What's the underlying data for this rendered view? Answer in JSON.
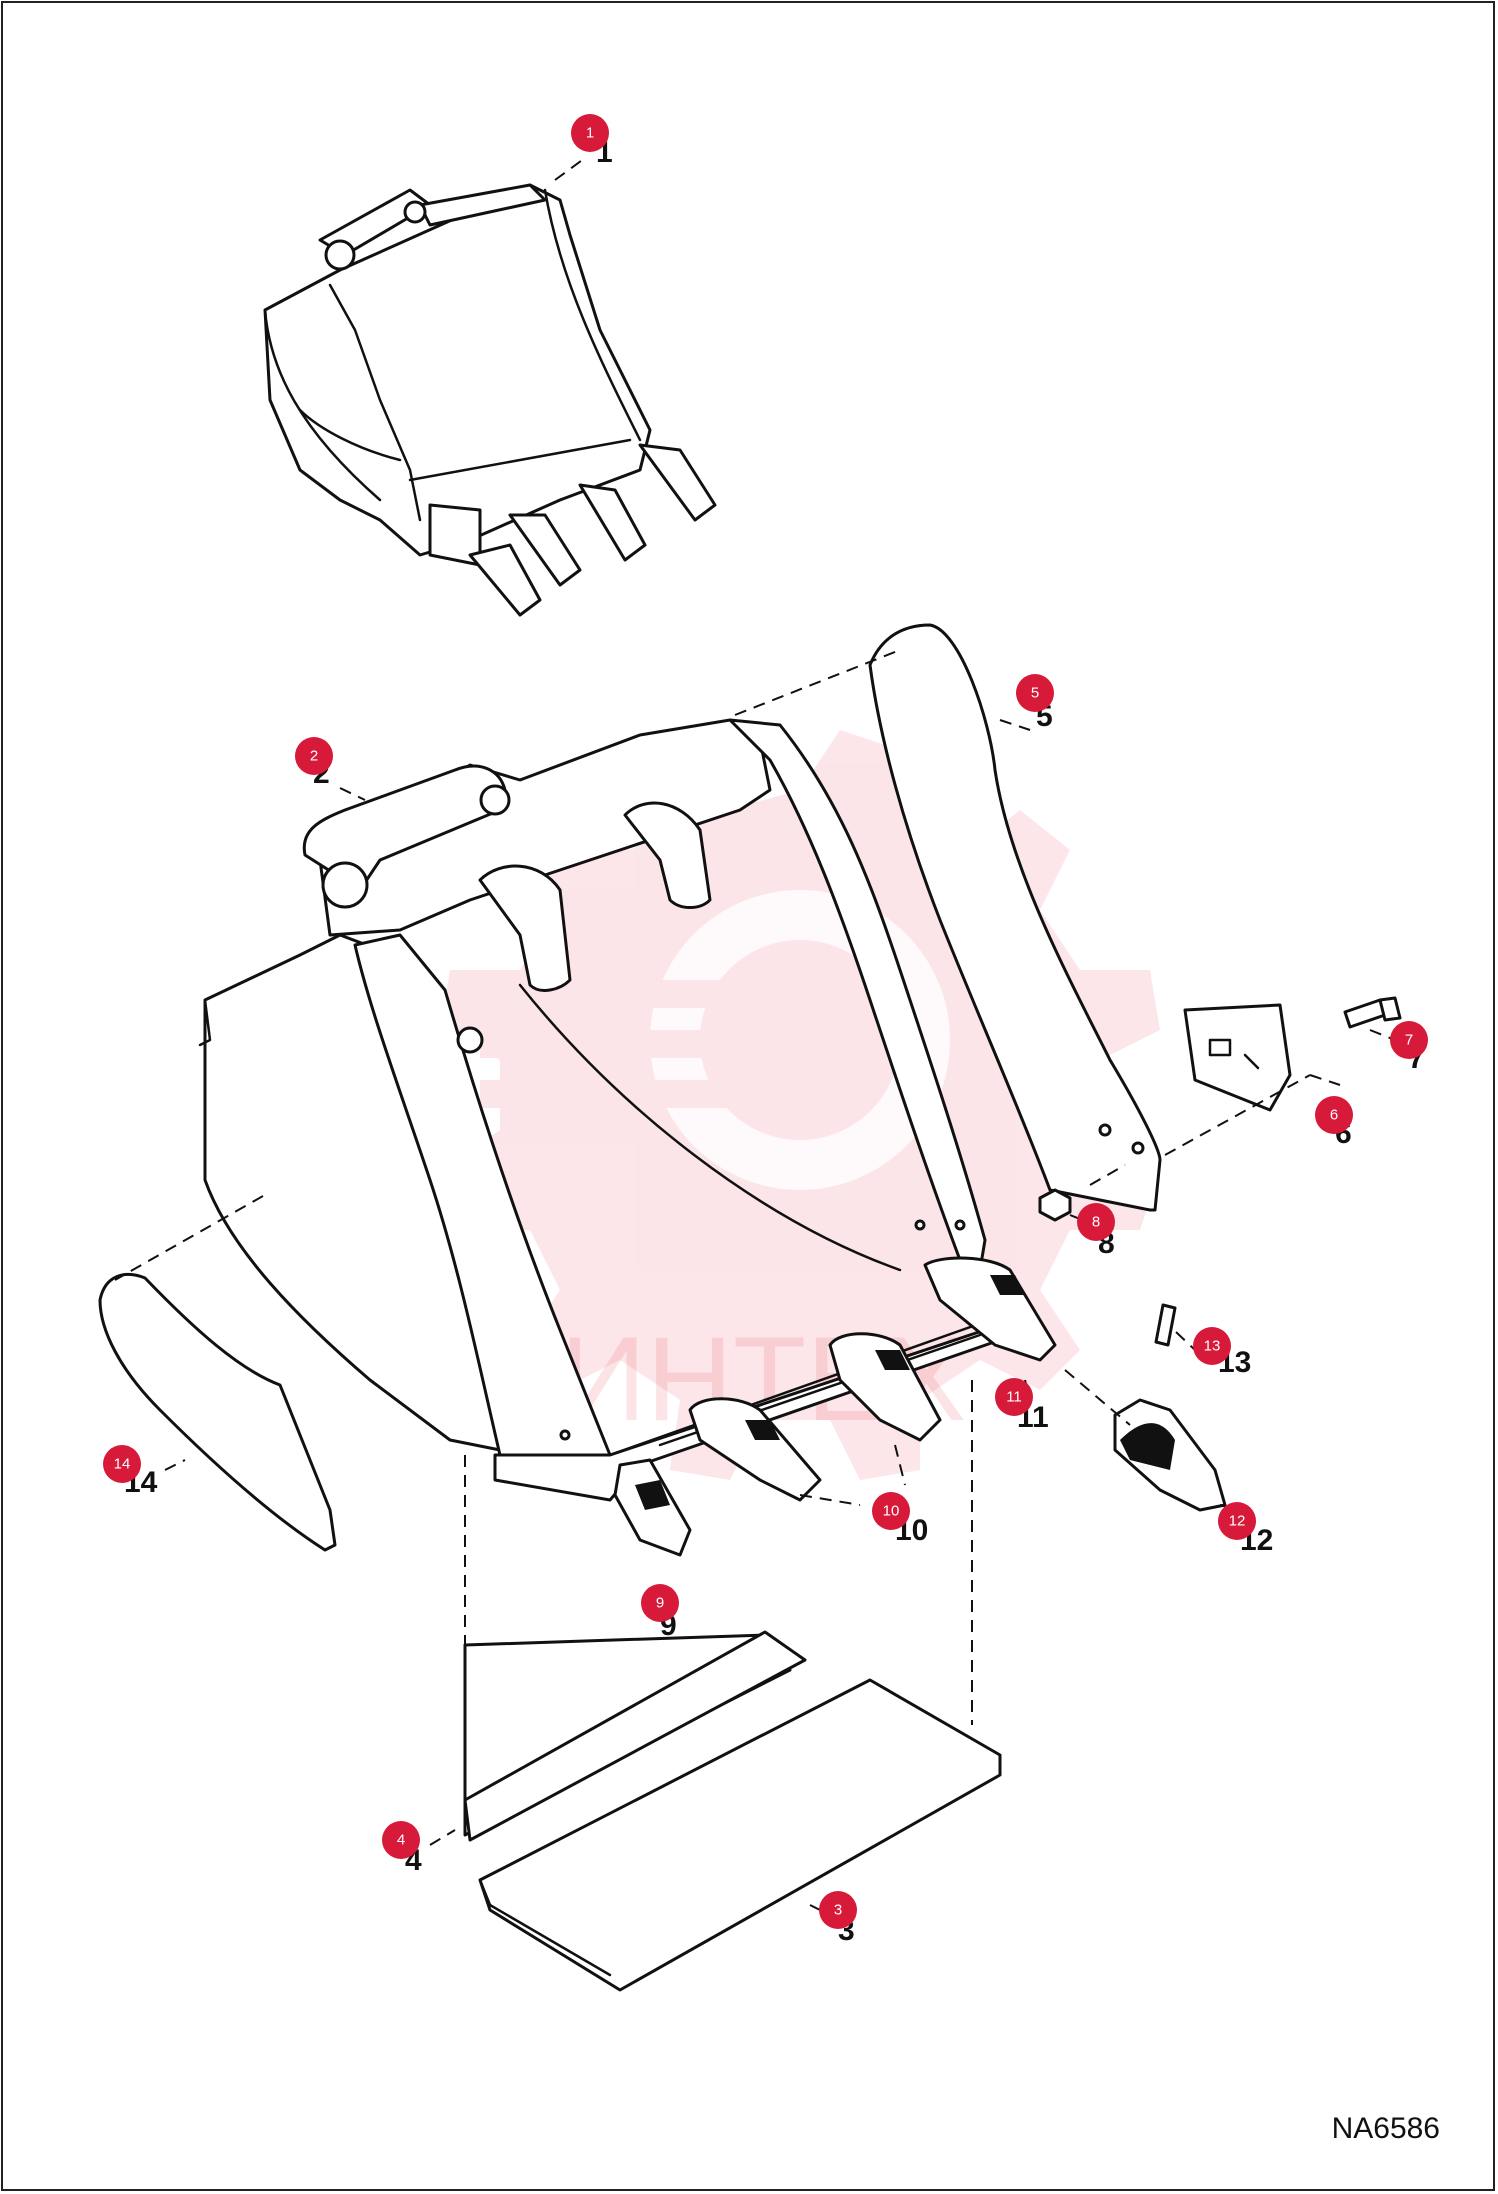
{
  "drawing_code": "NA6586",
  "watermark": {
    "text": "ИНТЕХ",
    "color": "#e8324a"
  },
  "badge_color": "#d7193a",
  "callouts": [
    {
      "number": "1",
      "badge": "1"
    },
    {
      "number": "2",
      "badge": "2"
    },
    {
      "number": "3",
      "badge": "3"
    },
    {
      "number": "4",
      "badge": "4"
    },
    {
      "number": "5",
      "badge": "5"
    },
    {
      "number": "6",
      "badge": "6"
    },
    {
      "number": "7",
      "badge": "7"
    },
    {
      "number": "8",
      "badge": "8"
    },
    {
      "number": "9",
      "badge": "9"
    },
    {
      "number": "10",
      "badge": "10"
    },
    {
      "number": "11",
      "badge": "11"
    },
    {
      "number": "12",
      "badge": "12"
    },
    {
      "number": "13",
      "badge": "13"
    },
    {
      "number": "14",
      "badge": "14"
    }
  ]
}
